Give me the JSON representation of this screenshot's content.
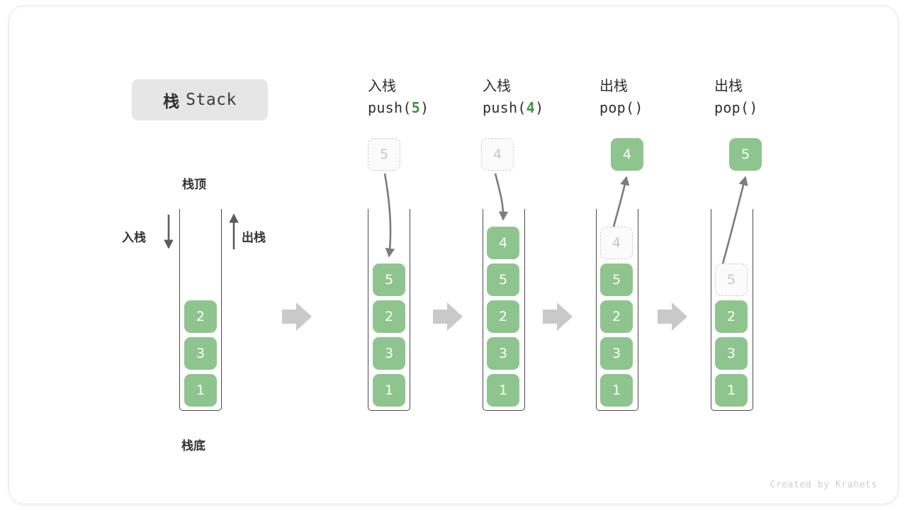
{
  "title": {
    "cn": "栈",
    "en": "Stack"
  },
  "annotations": {
    "top": "栈顶",
    "bottom": "栈底",
    "push_side": "入栈",
    "pop_side": "出栈"
  },
  "footer": "Created by Krahets",
  "colors": {
    "element_green": "#8ec58e",
    "accent_green": "#3e9142",
    "ghost_border": "#cfcfcf",
    "ghost_text": "#c6c6c6",
    "container_stroke": "#4a4a4a",
    "arrow_gray": "#7c7c7c",
    "block_arrow": "#c9c9c9",
    "badge_bg": "#e6e6e6",
    "text_dark": "#2f2f2f",
    "footer_text": "#cfcfcf"
  },
  "steps": [
    {
      "id": "initial",
      "head_line1": "",
      "head_line2": "",
      "head_arg": "",
      "stack": [
        "2",
        "3",
        "1"
      ],
      "float_value": "",
      "float_kind": "none",
      "arrow": "none"
    },
    {
      "id": "push-5",
      "head_line1": "入栈",
      "head_line2_prefix": "push(",
      "head_arg": "5",
      "head_line2_suffix": ")",
      "stack": [
        "5",
        "2",
        "3",
        "1"
      ],
      "float_value": "5",
      "float_kind": "ghost",
      "arrow": "down"
    },
    {
      "id": "push-4",
      "head_line1": "入栈",
      "head_line2_prefix": "push(",
      "head_arg": "4",
      "head_line2_suffix": ")",
      "stack": [
        "4",
        "5",
        "2",
        "3",
        "1"
      ],
      "float_value": "4",
      "float_kind": "ghost",
      "arrow": "down"
    },
    {
      "id": "pop-4",
      "head_line1": "出栈",
      "head_line2_prefix": "pop(",
      "head_arg": "",
      "head_line2_suffix": ")",
      "stack": [
        "4",
        "5",
        "2",
        "3",
        "1"
      ],
      "stack_ghost_top": true,
      "float_value": "4",
      "float_kind": "solid",
      "arrow": "up"
    },
    {
      "id": "pop-5",
      "head_line1": "出栈",
      "head_line2_prefix": "pop(",
      "head_arg": "",
      "head_line2_suffix": ")",
      "stack": [
        "5",
        "2",
        "3",
        "1"
      ],
      "stack_ghost_top": true,
      "float_value": "5",
      "float_kind": "solid",
      "arrow": "up"
    }
  ],
  "separators": [
    "arrow-right-icon",
    "arrow-right-icon",
    "arrow-right-icon",
    "arrow-right-icon"
  ]
}
